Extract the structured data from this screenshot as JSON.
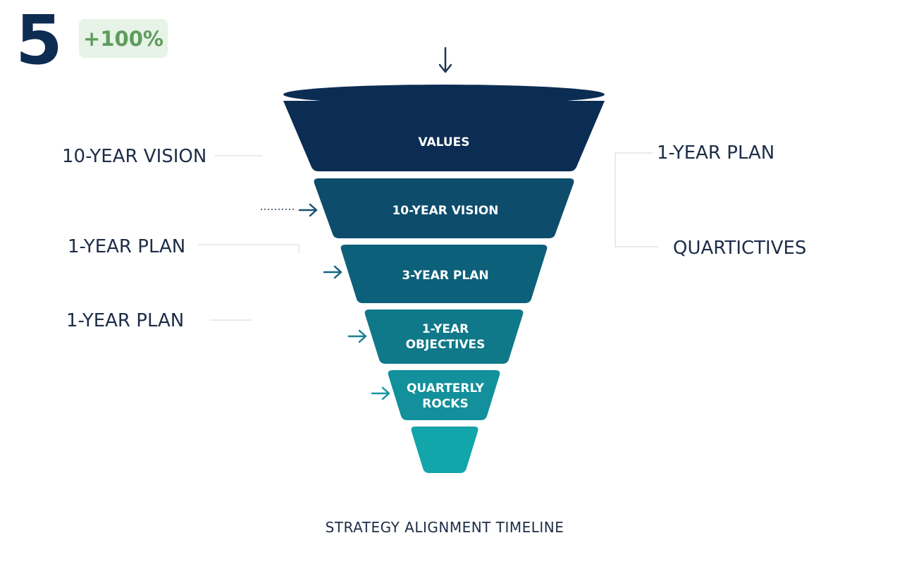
{
  "header": {
    "number": "5",
    "badge": "+100%"
  },
  "funnel": {
    "tiers": [
      {
        "lines": [
          "VALUES"
        ]
      },
      {
        "lines": [
          "10-YEAR VISION"
        ]
      },
      {
        "lines": [
          "3-YEAR PLAN"
        ]
      },
      {
        "lines": [
          "1-YEAR",
          "OBJECTIVES"
        ]
      },
      {
        "lines": [
          "QUARTERLY",
          "ROCKS"
        ]
      },
      {
        "lines": []
      }
    ]
  },
  "left_labels": [
    "10-YEAR VISION",
    "1-YEAR PLAN",
    "1-YEAR PLAN"
  ],
  "right_labels": [
    "1-YEAR PLAN",
    "QUARTICTIVES"
  ],
  "caption": "STRATEGY ALIGNMENT TIMELINE",
  "colors": {
    "navy": "#0d2c52",
    "teal": "#10a3a8",
    "badge_bg": "#e6f3e6",
    "badge_fg": "#5e9c5e",
    "tier_colors": [
      "#0c2d53",
      "#0d4c6b",
      "#0d6079",
      "#0f7889",
      "#12909b",
      "#12a5aa"
    ]
  }
}
